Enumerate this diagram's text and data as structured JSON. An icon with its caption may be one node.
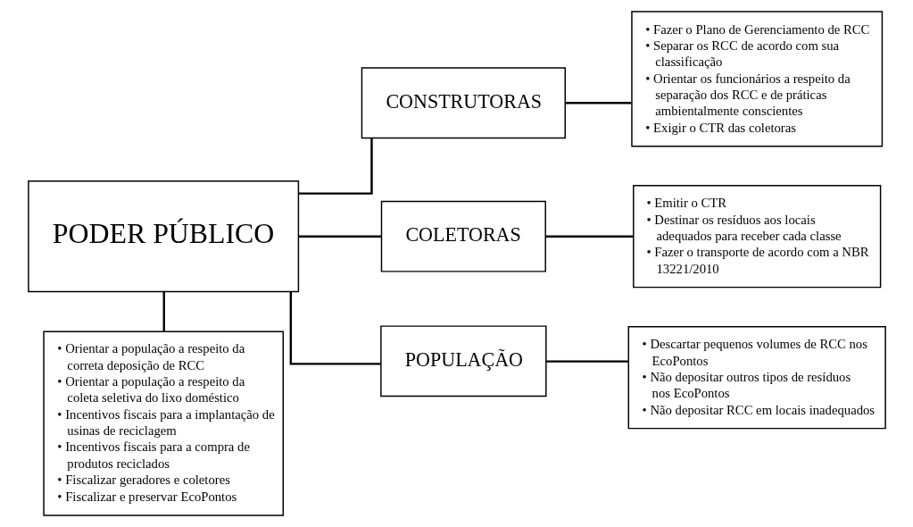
{
  "diagram": {
    "nodes": [
      {
        "text": [
          "PODER PÚBLICO"
        ]
      },
      {
        "text": [
          "CONSTRUTORAS"
        ]
      },
      {
        "text": [
          "COLETORAS"
        ]
      },
      {
        "text": [
          "POPULAÇÃO"
        ]
      },
      {
        "text": [
          "• Orientar a população a respeito da correta deposição de RCC",
          "• Orientar a população a respeito da coleta seletiva do lixo doméstico",
          "• Incentivos fiscais para a implantação de usinas de reciclagem",
          "• Incentivos fiscais para a compra de produtos reciclados",
          "• Fiscalizar geradores e coletores",
          "• Fiscalizar e preservar EcoPontos"
        ]
      },
      {
        "text": [
          "• Fazer o Plano de Gerenciamento de RCC",
          "• Separar os RCC de acordo com sua classificação",
          "• Orientar os funcionários a respeito da separação dos RCC e de práticas ambientalmente conscientes",
          "• Exigir o CTR das coletoras"
        ]
      },
      {
        "text": [
          "• Emitir o CTR",
          "• Destinar os resíduos aos locais adequados para receber cada classe",
          "• Fazer o transporte de acordo com a NBR 13221/2010"
        ]
      },
      {
        "text": [
          "• Descartar pequenos volumes de RCC nos EcoPontos",
          "• Não depositar outros tipos de resíduos nos EcoPontos",
          "• Não depositar RCC em locais inadequados"
        ]
      }
    ],
    "edges": [
      {
        "from": 0,
        "to": 1,
        "arrow": "none"
      },
      {
        "from": 0,
        "to": 2,
        "arrow": "none"
      },
      {
        "from": 0,
        "to": 3,
        "arrow": "none"
      },
      {
        "from": 0,
        "to": 4,
        "arrow": "none"
      },
      {
        "from": 1,
        "to": 5,
        "arrow": "none"
      },
      {
        "from": 2,
        "to": 6,
        "arrow": "none"
      },
      {
        "from": 3,
        "to": 7,
        "arrow": "none"
      }
    ]
  }
}
